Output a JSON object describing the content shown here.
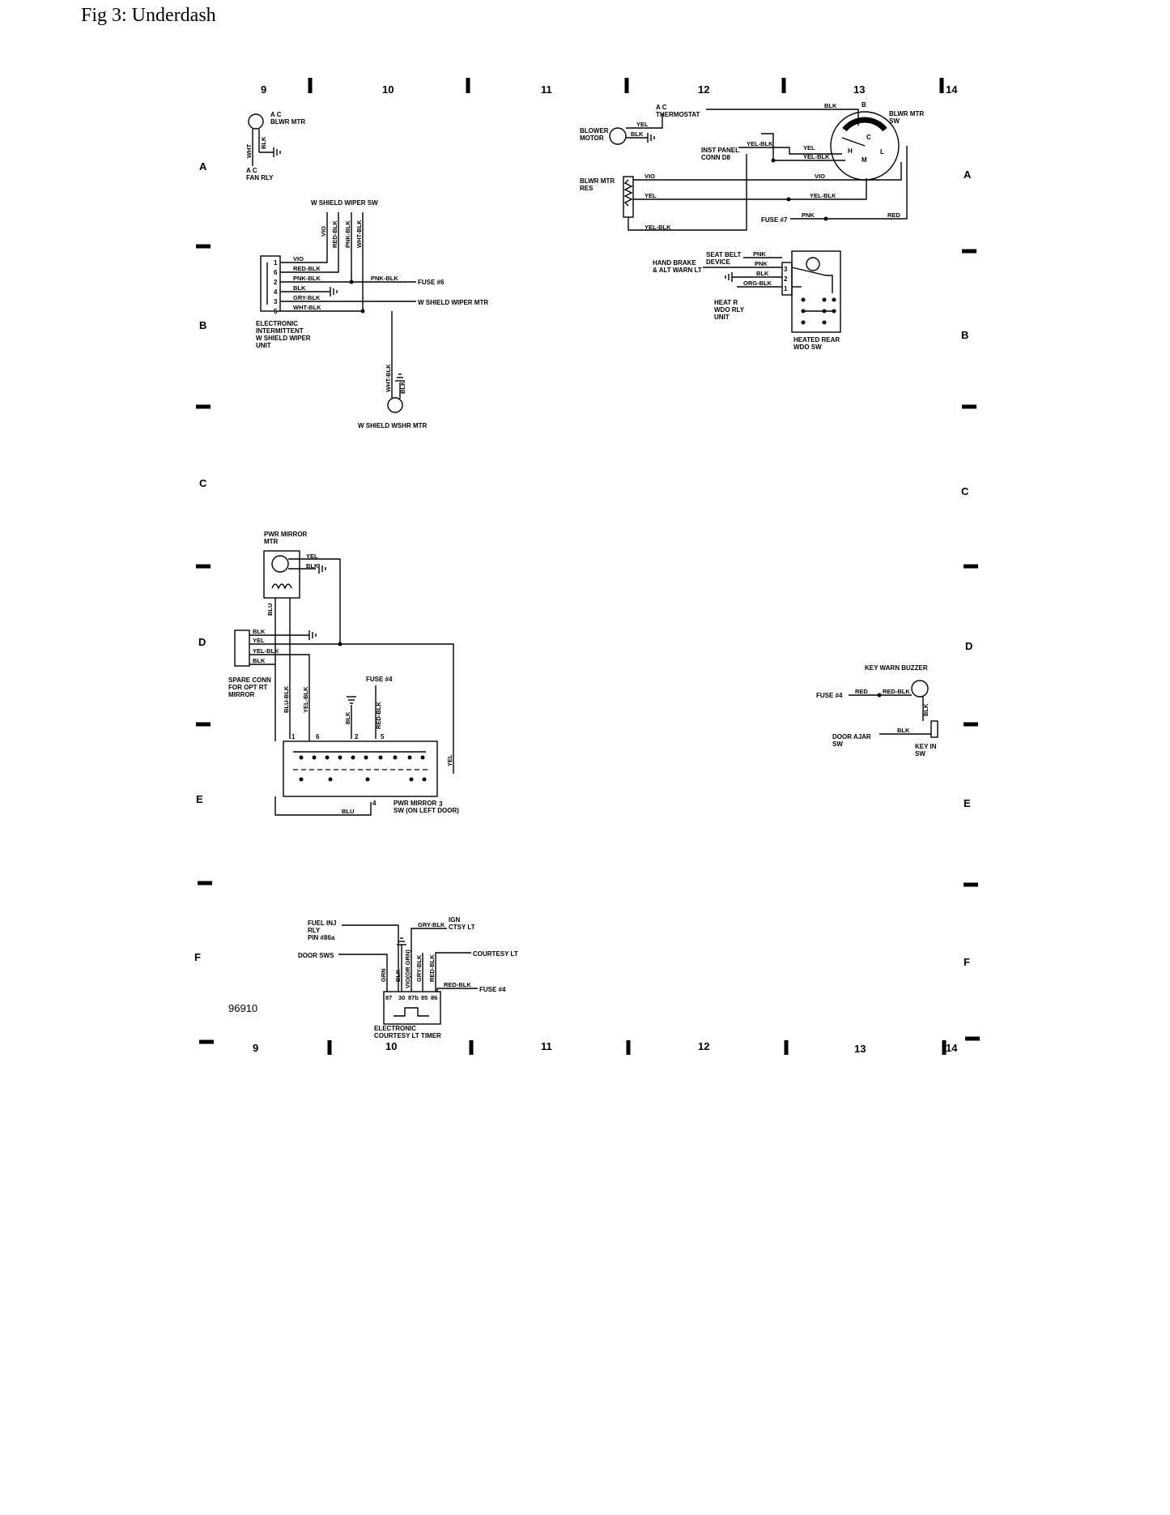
{
  "page": {
    "title": "Fig 3: Underdash",
    "figure_id": "96910"
  },
  "grid": {
    "columns": [
      "9",
      "10",
      "11",
      "12",
      "13",
      "14"
    ],
    "rows": [
      "A",
      "B",
      "C",
      "D",
      "E",
      "F"
    ]
  },
  "ac_fan": {
    "motor_label": "A C\nBLWR MTR",
    "relay_label": "A C\nFAN RLY",
    "wires": [
      "WHT",
      "BLK"
    ]
  },
  "blower": {
    "thermostat_label": "A C\nTHERMOSTAT",
    "motor_label": "BLOWER\nMOTOR",
    "res_label": "BLWR MTR\nRES",
    "inst_conn_label": "INST PANEL\nCONN D8",
    "switch_label": "BLWR MTR\nSW",
    "fuse_label": "FUSE #7",
    "switch_pins": [
      "B",
      "C",
      "H",
      "L",
      "M"
    ],
    "wires": [
      "BLK",
      "YEL",
      "BLK",
      "YEL-BLK",
      "YEL",
      "YEL-BLK",
      "VIO",
      "VIO",
      "YEL",
      "YEL-BLK",
      "PNK",
      "RED",
      "YEL-BLK"
    ]
  },
  "wiper": {
    "switch_label": "W SHIELD WIPER SW",
    "unit_label": "ELECTRONIC\nINTERMITTENT\nW SHIELD WIPER\nUNIT",
    "fuse_label": "FUSE #6",
    "motor_label": "W SHIELD WIPER MTR",
    "washer_label": "W SHIELD WSHR MTR",
    "pins": [
      "1",
      "6",
      "2",
      "4",
      "3",
      "5"
    ],
    "wires": [
      "VIO",
      "RED-BLK",
      "PNK-BLK",
      "BLK",
      "GRY-BLK",
      "WHT-BLK",
      "PNK-BLK",
      "WHT-BLK",
      "BLK"
    ],
    "vertical_wires": [
      "VIO",
      "RED-BLK",
      "PNK-BLK",
      "WHT-BLK"
    ]
  },
  "rear_window": {
    "seat_belt_label": "SEAT BELT\nDEVICE",
    "hand_brake_label": "HAND BRAKE\n& ALT WARN LT",
    "relay_label": "HEAT R\nWDO RLY\nUNIT",
    "switch_label": "HEATED REAR\nWDO SW",
    "pins": [
      "3",
      "2",
      "1"
    ],
    "wires": [
      "PNK",
      "PNK",
      "BLK",
      "ORG-BLK"
    ]
  },
  "mirror": {
    "motor_label": "PWR MIRROR\nMTR",
    "spare_label": "SPARE CONN\nFOR OPT RT\nMIRROR",
    "fuse_label": "FUSE #4",
    "switch_label": "PWR MIRROR\nSW (ON LEFT DOOR)",
    "pins": [
      "1",
      "6",
      "2",
      "5",
      "3",
      "4"
    ],
    "wires": [
      "YEL",
      "BLK",
      "BLU",
      "BLK",
      "YEL",
      "YEL-BLK",
      "BLK",
      "BLU-BLK",
      "YEL-BLK",
      "BLK",
      "RED-BLK",
      "YEL",
      "BLU"
    ]
  },
  "key_warn": {
    "buzzer_label": "KEY WARN BUZZER",
    "fuse_label": "FUSE #4",
    "door_label": "DOOR AJAR\nSW",
    "key_label": "KEY IN\nSW",
    "wires": [
      "RED",
      "RED-BLK",
      "BLK",
      "BLK"
    ]
  },
  "courtesy": {
    "fuel_label": "FUEL INJ\nRLY\nPIN #86a",
    "door_label": "DOOR SWS",
    "ign_label": "IGN\nCTSY LT",
    "courtesy_label": "COURTESY LT",
    "fuse_label": "FUSE #4",
    "timer_label": "ELECTRONIC\nCOURTESY LT TIMER",
    "pins": [
      "87",
      "30",
      "87b",
      "85",
      "86"
    ],
    "wires": [
      "GRY-BLK",
      "GRN",
      "BLK",
      "VIO(OR GRN)",
      "GRY-BLK",
      "RED-BLK",
      "RED-BLK"
    ]
  }
}
